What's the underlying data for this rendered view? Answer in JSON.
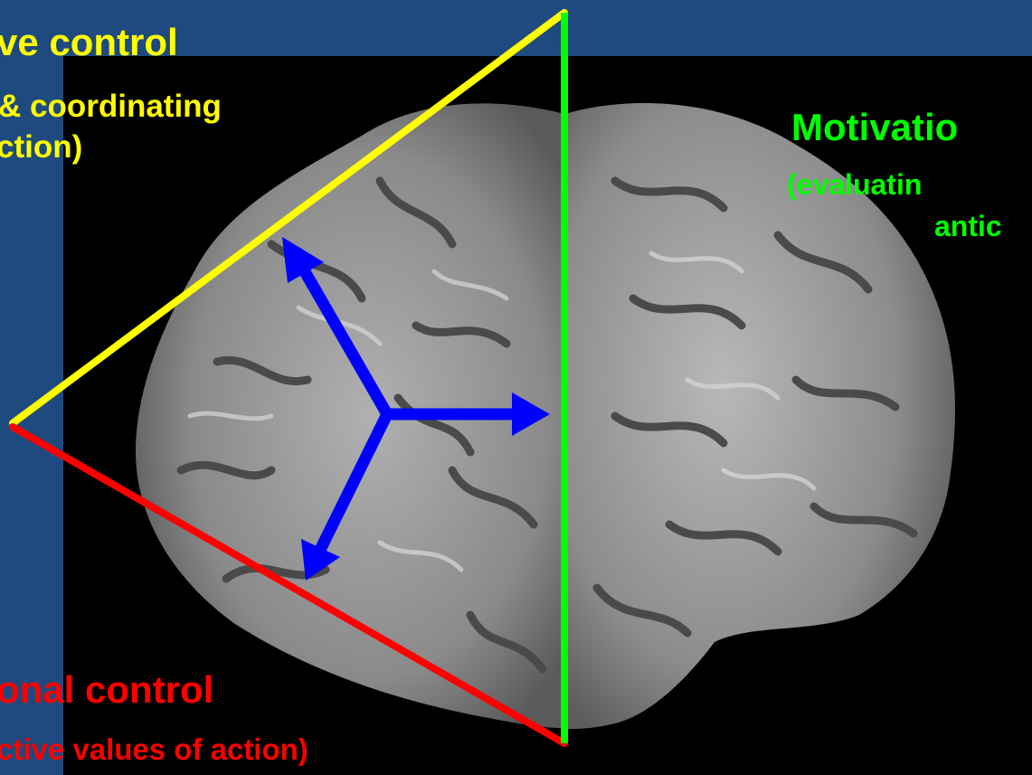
{
  "colors": {
    "background": "#1f4a7f",
    "panel": "#000000",
    "cognitive": "#ffff00",
    "motivational": "#00ff00",
    "emotional": "#ff0000",
    "arrows": "#0000ff"
  },
  "labels": {
    "cognitive_title": "ve control",
    "cognitive_line2": "& coordinating",
    "cognitive_line3": "ction)",
    "motivational_title": "Motivatio",
    "motivational_line2": "(evaluatin",
    "motivational_line3": "antic",
    "emotional_title": "onal control",
    "emotional_line2": "ctive values of action)"
  },
  "icons": [
    "brain-scan-image",
    "arrow-up-left-icon",
    "arrow-right-icon",
    "arrow-down-left-icon"
  ]
}
